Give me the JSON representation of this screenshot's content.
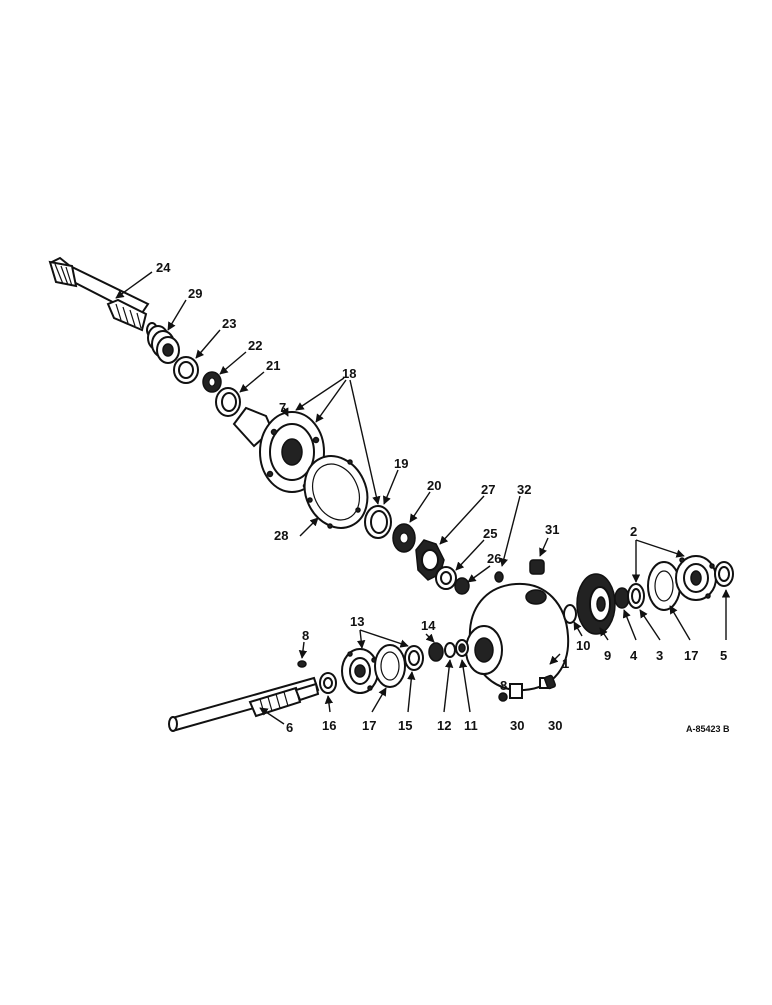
{
  "labels": {
    "p1": "1",
    "p2": "2",
    "p3": "3",
    "p4": "4",
    "p5": "5",
    "p6": "6",
    "p7": "7",
    "p8a": "8",
    "p8b": "8",
    "p9": "9",
    "p10": "10",
    "p11": "11",
    "p12": "12",
    "p13": "13",
    "p14": "14",
    "p15": "15",
    "p16": "16",
    "p17a": "17",
    "p17b": "17",
    "p18": "18",
    "p19": "19",
    "p20": "20",
    "p21": "21",
    "p22": "22",
    "p23": "23",
    "p24": "24",
    "p25": "25",
    "p26": "26",
    "p27": "27",
    "p28": "28",
    "p29": "29",
    "p30a": "30",
    "p30b": "30",
    "p31": "31",
    "p32": "32"
  },
  "figure_code": "A-85423 B"
}
